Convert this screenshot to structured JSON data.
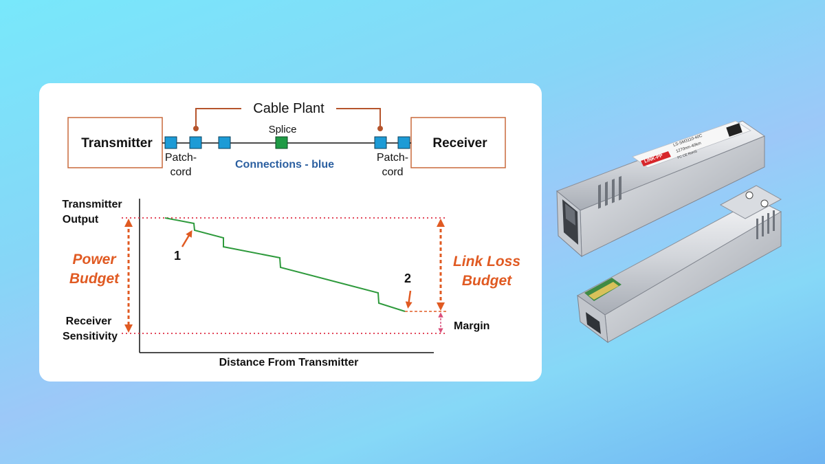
{
  "diagram": {
    "cable_plant": "Cable Plant",
    "transmitter": "Transmitter",
    "receiver": "Receiver",
    "splice": "Splice",
    "patchcord_left_line1": "Patch-",
    "patchcord_left_line2": "cord",
    "patchcord_right_line1": "Patch-",
    "patchcord_right_line2": "cord",
    "connections": "Connections - blue",
    "tx_output_line1": "Transmitter",
    "tx_output_line2": "Output",
    "rx_sens_line1": "Receiver",
    "rx_sens_line2": "Sensitivity",
    "power_budget_line1": "Power",
    "power_budget_line2": "Budget",
    "link_loss_line1": "Link Loss",
    "link_loss_line2": "Budget",
    "margin": "Margin",
    "marker_1": "1",
    "marker_2": "2",
    "x_axis": "Distance  From Transmitter"
  },
  "product": {
    "brand_label": "LINK-PP",
    "part_text": "LS-SM3110-40C",
    "spec_text": "1270nm-40km",
    "cert_text": "FC CE RoHS"
  },
  "colors": {
    "background_top": "#78e8fb",
    "card": "#ffffff",
    "accent_orange": "#e05a22",
    "brown": "#b5542c",
    "connector_blue": "#1d9bd6",
    "splice_green": "#1f9a45",
    "loss_line_green": "#2e9a3c",
    "margin_pink": "#d94f7a",
    "connections_text": "#2b5fa0"
  }
}
